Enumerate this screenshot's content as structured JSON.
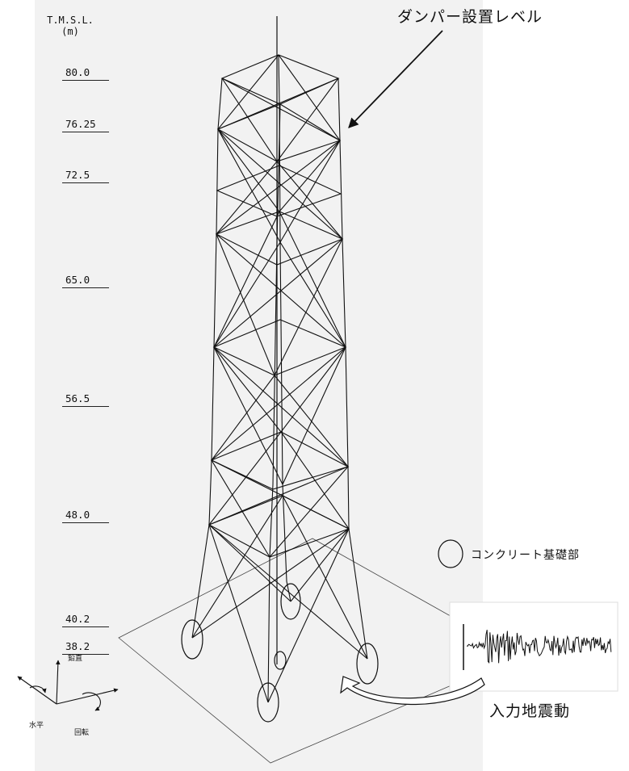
{
  "elevation_axis": {
    "title": "T.M.S.L.",
    "unit": "(m)",
    "levels": [
      "80.0",
      "76.25",
      "72.5",
      "65.0",
      "56.5",
      "48.0",
      "40.2",
      "38.2"
    ]
  },
  "annotations": {
    "damper_level": "ダンパー設置レベル",
    "concrete_foundation": "コンクリート基礎部",
    "input_ground_motion": "入力地震動"
  },
  "orientation": {
    "vertical": "鉛直",
    "horizontal": "水平",
    "rotation": "回転"
  }
}
